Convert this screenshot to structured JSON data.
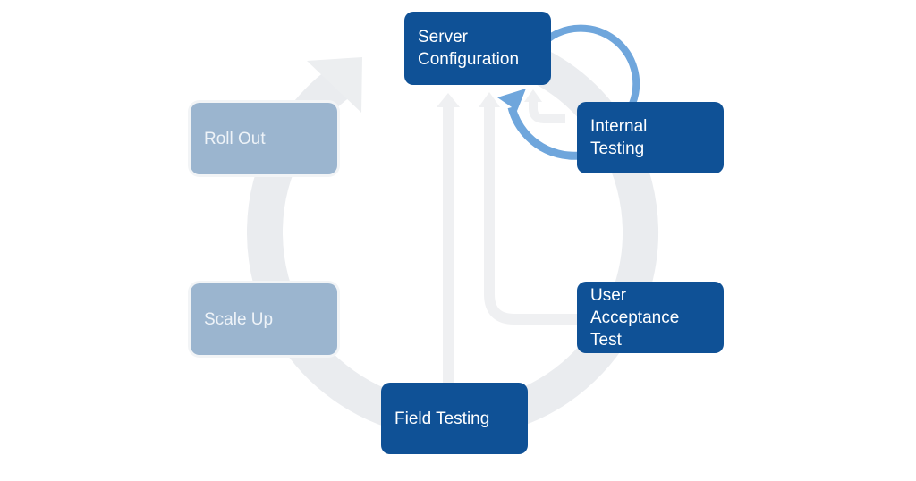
{
  "diagram": {
    "type": "cycle",
    "colors": {
      "active_node": "#0f5196",
      "faded_node": "#9bb5cf",
      "ring": "#eaecef",
      "feedback_arrow": "#6fa6dc",
      "background": "#ffffff"
    },
    "nodes": [
      {
        "id": "server-configuration",
        "label": "Server\nConfiguration",
        "state": "active"
      },
      {
        "id": "internal-testing",
        "label": "Internal\nTesting",
        "state": "active"
      },
      {
        "id": "user-acceptance-test",
        "label": "User\nAcceptance\nTest",
        "state": "active"
      },
      {
        "id": "field-testing",
        "label": "Field Testing",
        "state": "active"
      },
      {
        "id": "scale-up",
        "label": "Scale Up",
        "state": "faded"
      },
      {
        "id": "roll-out",
        "label": "Roll Out",
        "state": "faded"
      }
    ],
    "edges": [
      {
        "from": "internal-testing",
        "to": "server-configuration",
        "style": "highlighted-loop"
      },
      {
        "from": "user-acceptance-test",
        "to": "server-configuration",
        "style": "faded-return"
      },
      {
        "from": "field-testing",
        "to": "server-configuration",
        "style": "faded-return"
      },
      {
        "from": "roll-out",
        "to": "server-configuration",
        "style": "cycle-ring-arrow"
      }
    ]
  }
}
